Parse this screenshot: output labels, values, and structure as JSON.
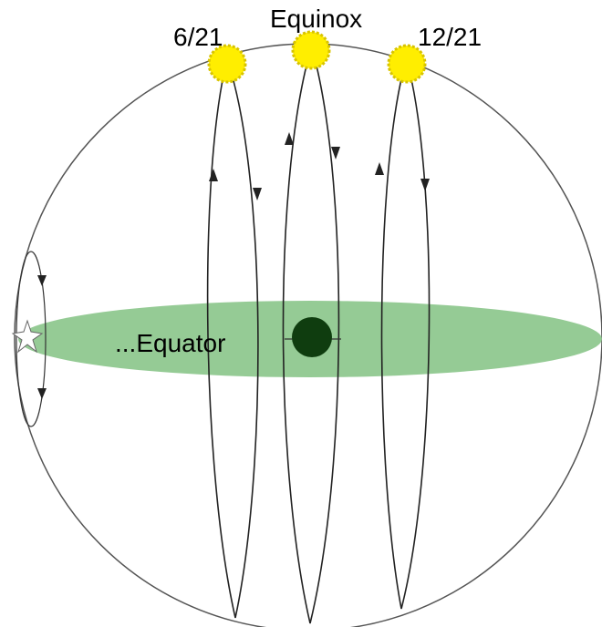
{
  "labels": {
    "june": "6/21",
    "equinox": "Equinox",
    "december": "12/21",
    "equator": "...Equator"
  },
  "colors": {
    "sphere_outline": "#444444",
    "equator_band": "#8fc88f",
    "earth": "#0f3d0f",
    "sun": "#ffee00",
    "sun_rim": "#d8c400",
    "path": "#222222",
    "star": "#ffffff"
  },
  "icons": {
    "sun": "sun-icon",
    "earth": "earth-icon",
    "star": "star-icon"
  }
}
